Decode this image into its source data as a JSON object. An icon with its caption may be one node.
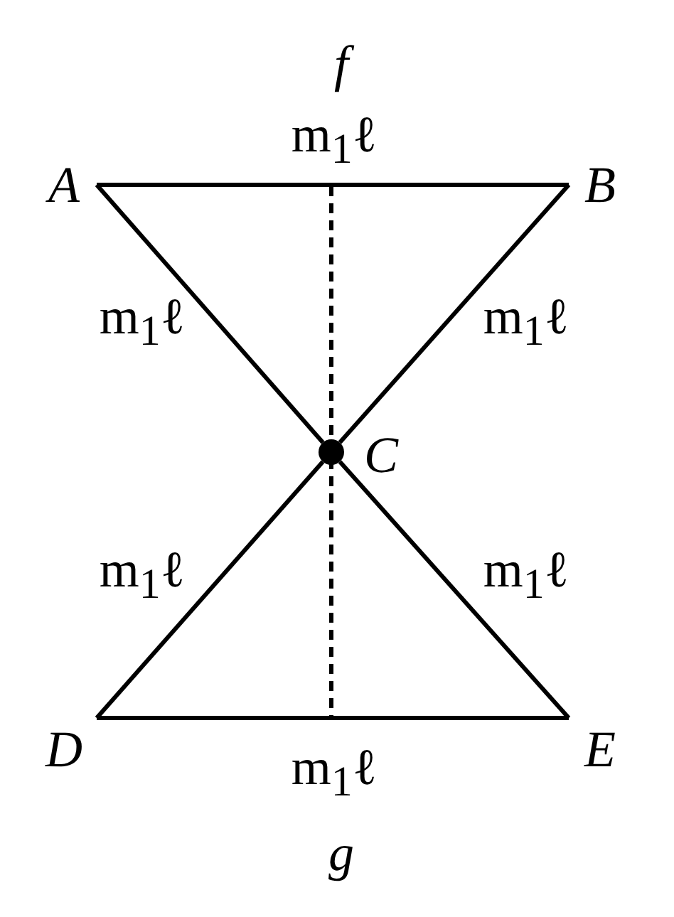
{
  "diagram": {
    "nodes": [
      {
        "text": [
          "A"
        ]
      },
      {
        "text": [
          "B"
        ]
      },
      {
        "text": [],
        "shape": "circle",
        "beside": [
          "C"
        ]
      },
      {
        "text": [
          "D"
        ]
      },
      {
        "text": [
          "E"
        ]
      }
    ],
    "edges": [
      {
        "from": 0,
        "to": 1,
        "arrow": "none",
        "label": "m$_{1}$ℓ"
      },
      {
        "from": 0,
        "to": 2,
        "arrow": "none",
        "label": "m$_{1}$ℓ"
      },
      {
        "from": 1,
        "to": 2,
        "arrow": "none",
        "label": "m$_{1}$ℓ"
      },
      {
        "from": 2,
        "to": 3,
        "arrow": "none",
        "label": "m$_{1}$ℓ"
      },
      {
        "from": 2,
        "to": 4,
        "arrow": "none",
        "label": "m$_{1}$ℓ"
      },
      {
        "from": 3,
        "to": 4,
        "arrow": "none",
        "label": "m$_{1}$ℓ"
      }
    ],
    "labels": [
      "f",
      "g"
    ]
  }
}
